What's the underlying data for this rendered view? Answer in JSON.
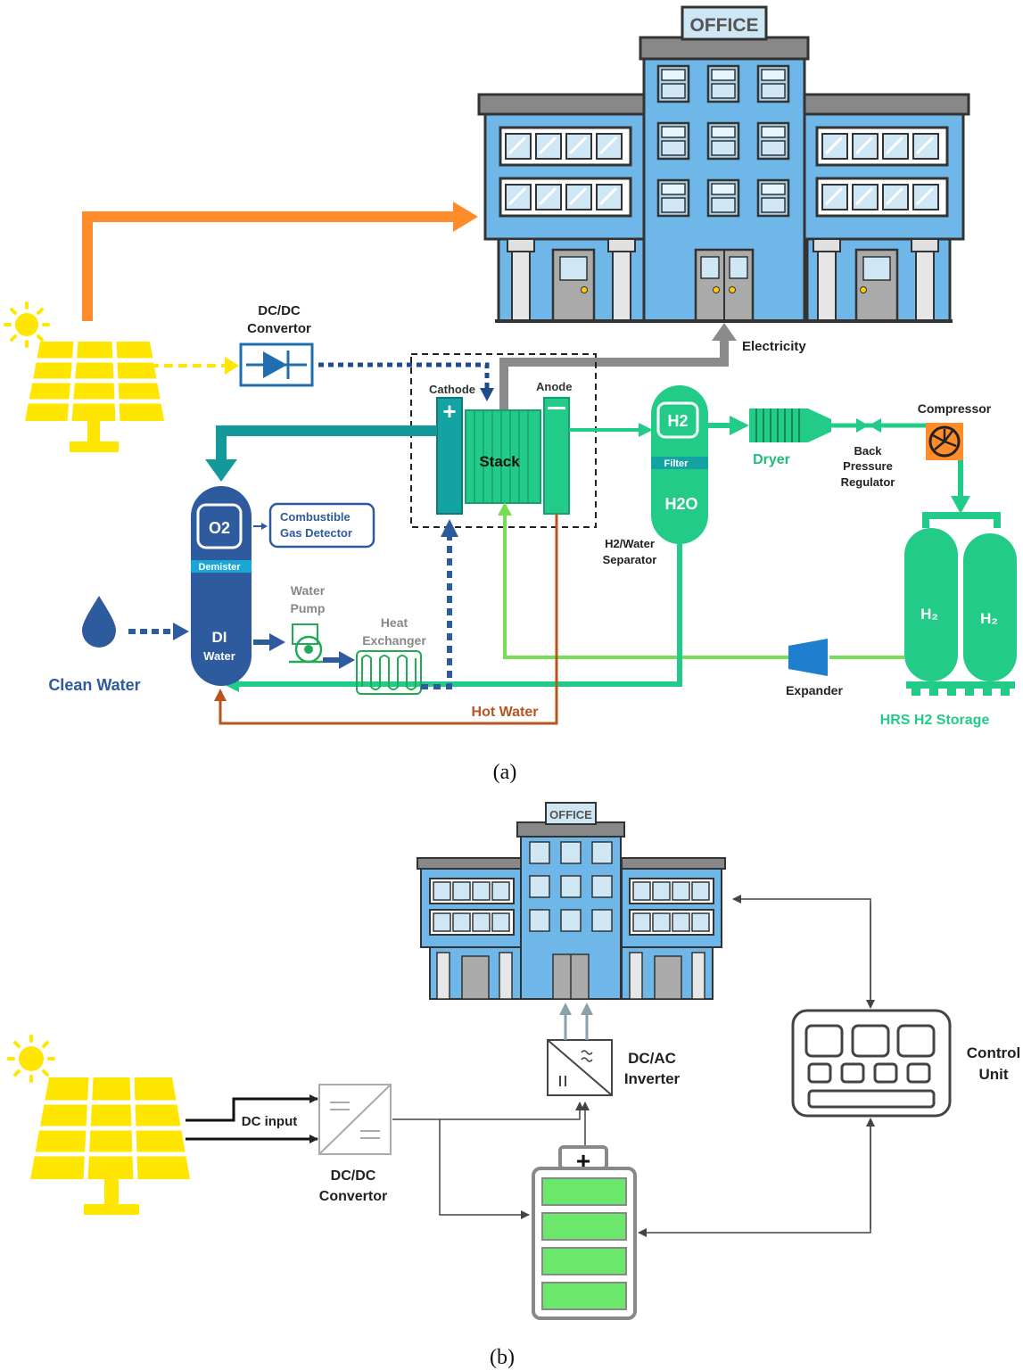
{
  "panel_a": {
    "caption": "(a)",
    "office_sign": "OFFICE",
    "dcdc_label_1": "DC/DC",
    "dcdc_label_2": "Convertor",
    "electricity": "Electricity",
    "cathode": "Cathode",
    "anode": "Anode",
    "stack": "Stack",
    "h2": "H2",
    "filter": "Filter",
    "h2o": "H2O",
    "separator_1": "H2/Water",
    "separator_2": "Separator",
    "dryer": "Dryer",
    "bpr_1": "Back",
    "bpr_2": "Pressure",
    "bpr_3": "Regulator",
    "compressor": "Compressor",
    "o2": "O2",
    "demister": "Demister",
    "di": "DI",
    "di_water": "Water",
    "gas_detector_1": "Combustible",
    "gas_detector_2": "Gas Detector",
    "water_pump_1": "Water",
    "water_pump_2": "Pump",
    "heat_exchanger_1": "Heat",
    "heat_exchanger_2": "Exchanger",
    "clean_water": "Clean Water",
    "hot_water": "Hot Water",
    "expander": "Expander",
    "tank_label_1": "H₂",
    "tank_label_2": "H₂",
    "storage": "HRS H2 Storage"
  },
  "panel_b": {
    "caption": "(b)",
    "office_sign": "OFFICE",
    "dc_input": "DC input",
    "dcdc_1": "DC/DC",
    "dcdc_2": "Convertor",
    "inverter_1": "DC/AC",
    "inverter_2": "Inverter",
    "control_1": "Control",
    "control_2": "Unit"
  },
  "colors": {
    "solar": "#ffe600",
    "orange": "#ff8c2a",
    "navy": "#1f4a8c",
    "teal": "#14a0a0",
    "green": "#22cc77",
    "light_green": "#77dd55",
    "hot_water": "#b8541e",
    "grey": "#8a8a8a",
    "building": "#6fb7e8"
  }
}
